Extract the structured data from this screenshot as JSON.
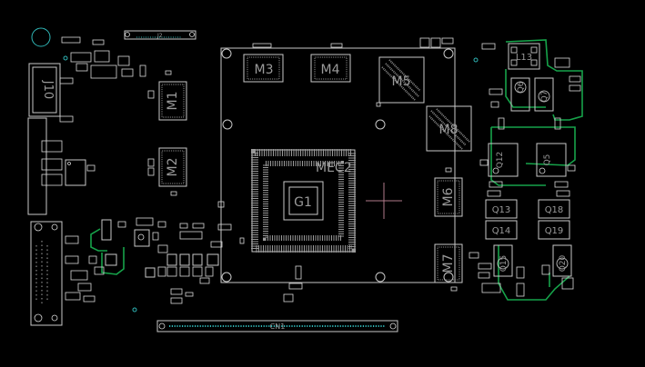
{
  "labels": {
    "J10": "J10",
    "J2": "J2",
    "M1": "M1",
    "M2": "M2",
    "M3": "M3",
    "M4": "M4",
    "M5": "M5",
    "M6": "M6",
    "M7": "M7",
    "M8": "M8",
    "MEC2": "MEC2",
    "G1": "G1",
    "L13": "L13",
    "Q6": "Q6",
    "Q7": "Q7",
    "Q12": "Q12",
    "Q5": "Q5",
    "Q13": "Q13",
    "Q14": "Q14",
    "Q18": "Q18",
    "Q19": "Q19",
    "Q15": "Q15",
    "Q20": "Q20",
    "CN1": "CN1"
  },
  "colors": {
    "background": "#000000",
    "silkscreen": "#d8d8d8",
    "label": "#9a9a9a",
    "trace": "#16a34a",
    "fiducial": "#2fb6b6",
    "crosshair": "#b07a8a"
  }
}
